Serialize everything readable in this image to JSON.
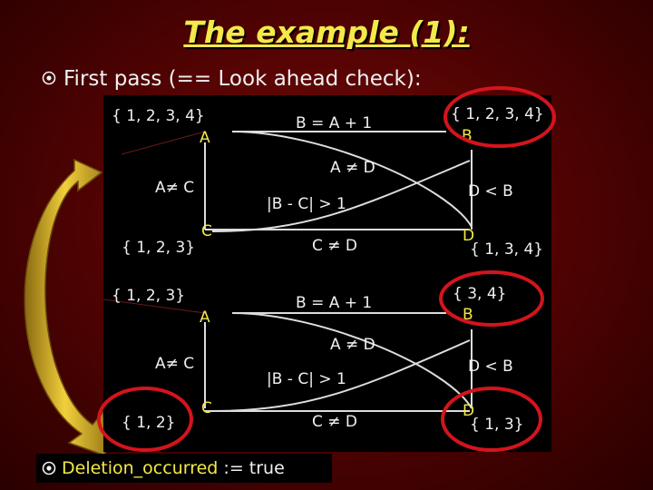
{
  "title": "The example (1):",
  "bullet": {
    "icon": "circle-dot-icon",
    "text": "First pass (== Look ahead check):"
  },
  "top": {
    "set_a": "{ 1, 2, 3, 4}",
    "label_a": "A",
    "eq_ab": "B = A + 1",
    "set_b": "{ 1, 2, 3, 4}",
    "label_b": "B",
    "ne_ad": "A ≠ D",
    "ne_ac": "A≠ C",
    "abs_bc": "|B - C| > 1",
    "lt_db": "D < B",
    "label_c": "C",
    "set_c": "{ 1, 2, 3}",
    "ne_cd": "C ≠ D",
    "label_d": "D",
    "set_d": "{ 1, 3, 4}"
  },
  "bottom": {
    "set_a": "{ 1, 2, 3}",
    "label_a": "A",
    "eq_ab": "B = A + 1",
    "set_b": "{ 3, 4}",
    "label_b": "B",
    "ne_ad": "A ≠ D",
    "ne_ac": "A≠ C",
    "abs_bc": "|B - C| > 1",
    "lt_db": "D < B",
    "set_c": "{ 1, 2}",
    "label_c": "C",
    "ne_cd": "C ≠ D",
    "label_d": "D",
    "set_d": "{ 1, 3}"
  },
  "footer": {
    "icon": "circle-dot-icon",
    "var": "Deletion_occurred",
    "assign": " := true"
  },
  "colors": {
    "accent": "#f4e94a",
    "highlight_ring": "#d4141c",
    "arrow": "#d9b52a",
    "background": "#5a0505"
  }
}
